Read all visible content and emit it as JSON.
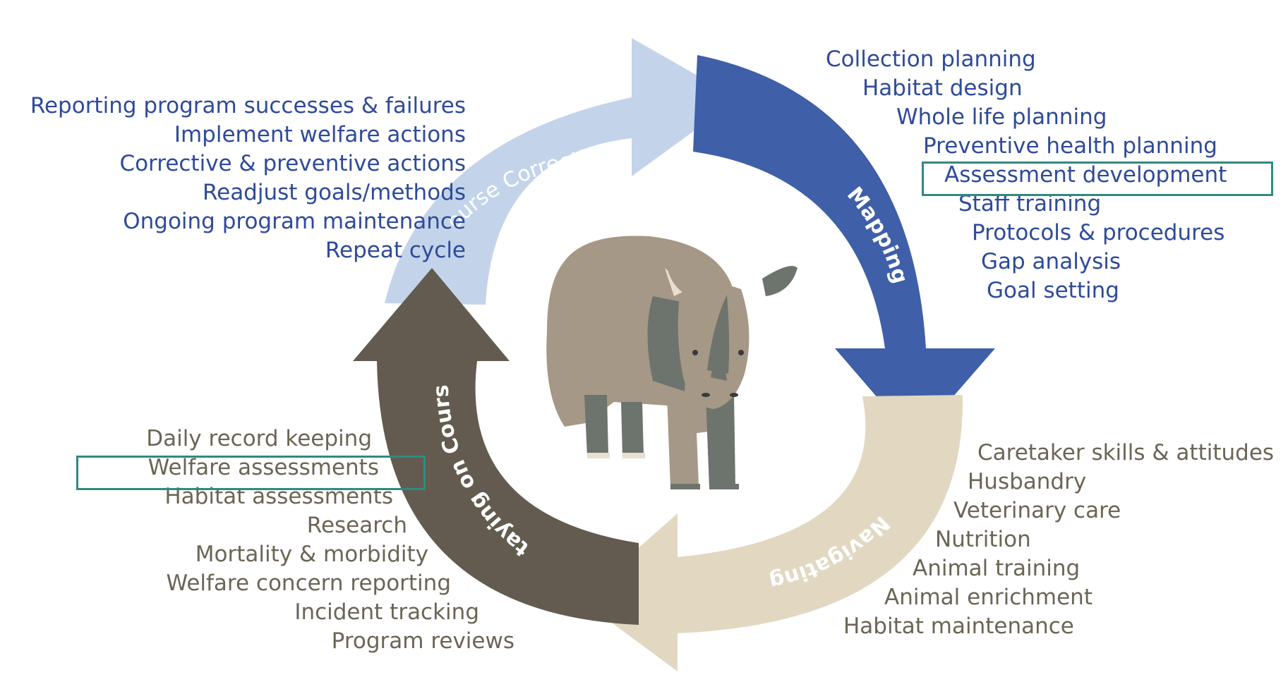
{
  "cycle": {
    "stages": [
      {
        "key": "course_correction",
        "label": "Course Correction",
        "color": "#c3d4ea"
      },
      {
        "key": "mapping",
        "label": "Mapping",
        "color": "#3f5fa8"
      },
      {
        "key": "navigating",
        "label": "Navigating",
        "color": "#e2d8c2"
      },
      {
        "key": "staying_on_course",
        "label": "Staying on Course",
        "color": "#635b4f"
      }
    ]
  },
  "lists": {
    "course_correction": [
      "Reporting program successes & failures",
      "Implement welfare actions",
      "Corrective & preventive actions",
      "Readjust goals/methods",
      "Ongoing program maintenance",
      "Repeat cycle"
    ],
    "mapping": [
      "Collection planning",
      "Habitat design",
      "Whole life planning",
      "Preventive health planning",
      "Assessment development",
      "Staff training",
      "Protocols & procedures",
      "Gap analysis",
      "Goal setting"
    ],
    "navigating": [
      "Caretaker skills & attitudes",
      "Husbandry",
      "Veterinary care",
      "Nutrition",
      "Animal training",
      "Animal enrichment",
      "Habitat maintenance"
    ],
    "staying_on_course": [
      "Daily record keeping",
      "Welfare assessments",
      "Habitat assessments",
      "Research",
      "Mortality & morbidity",
      "Welfare concern reporting",
      "Incident tracking",
      "Program reviews"
    ]
  },
  "highlighted_items": [
    "Assessment development",
    "Welfare assessments"
  ],
  "center_image": "rhino-illustration",
  "colors": {
    "blue_text": "#2e4a9a",
    "gray_text": "#6b6555",
    "highlight_border": "#2f8a80"
  }
}
